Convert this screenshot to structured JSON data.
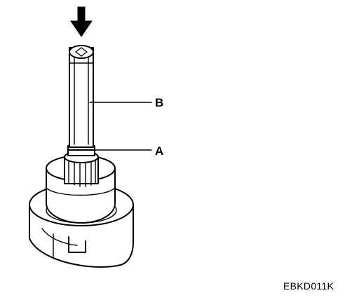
{
  "diagram": {
    "callouts": [
      {
        "id": "a",
        "label": "A"
      },
      {
        "id": "b",
        "label": "B"
      }
    ],
    "figure_code": "EBKD011K"
  }
}
